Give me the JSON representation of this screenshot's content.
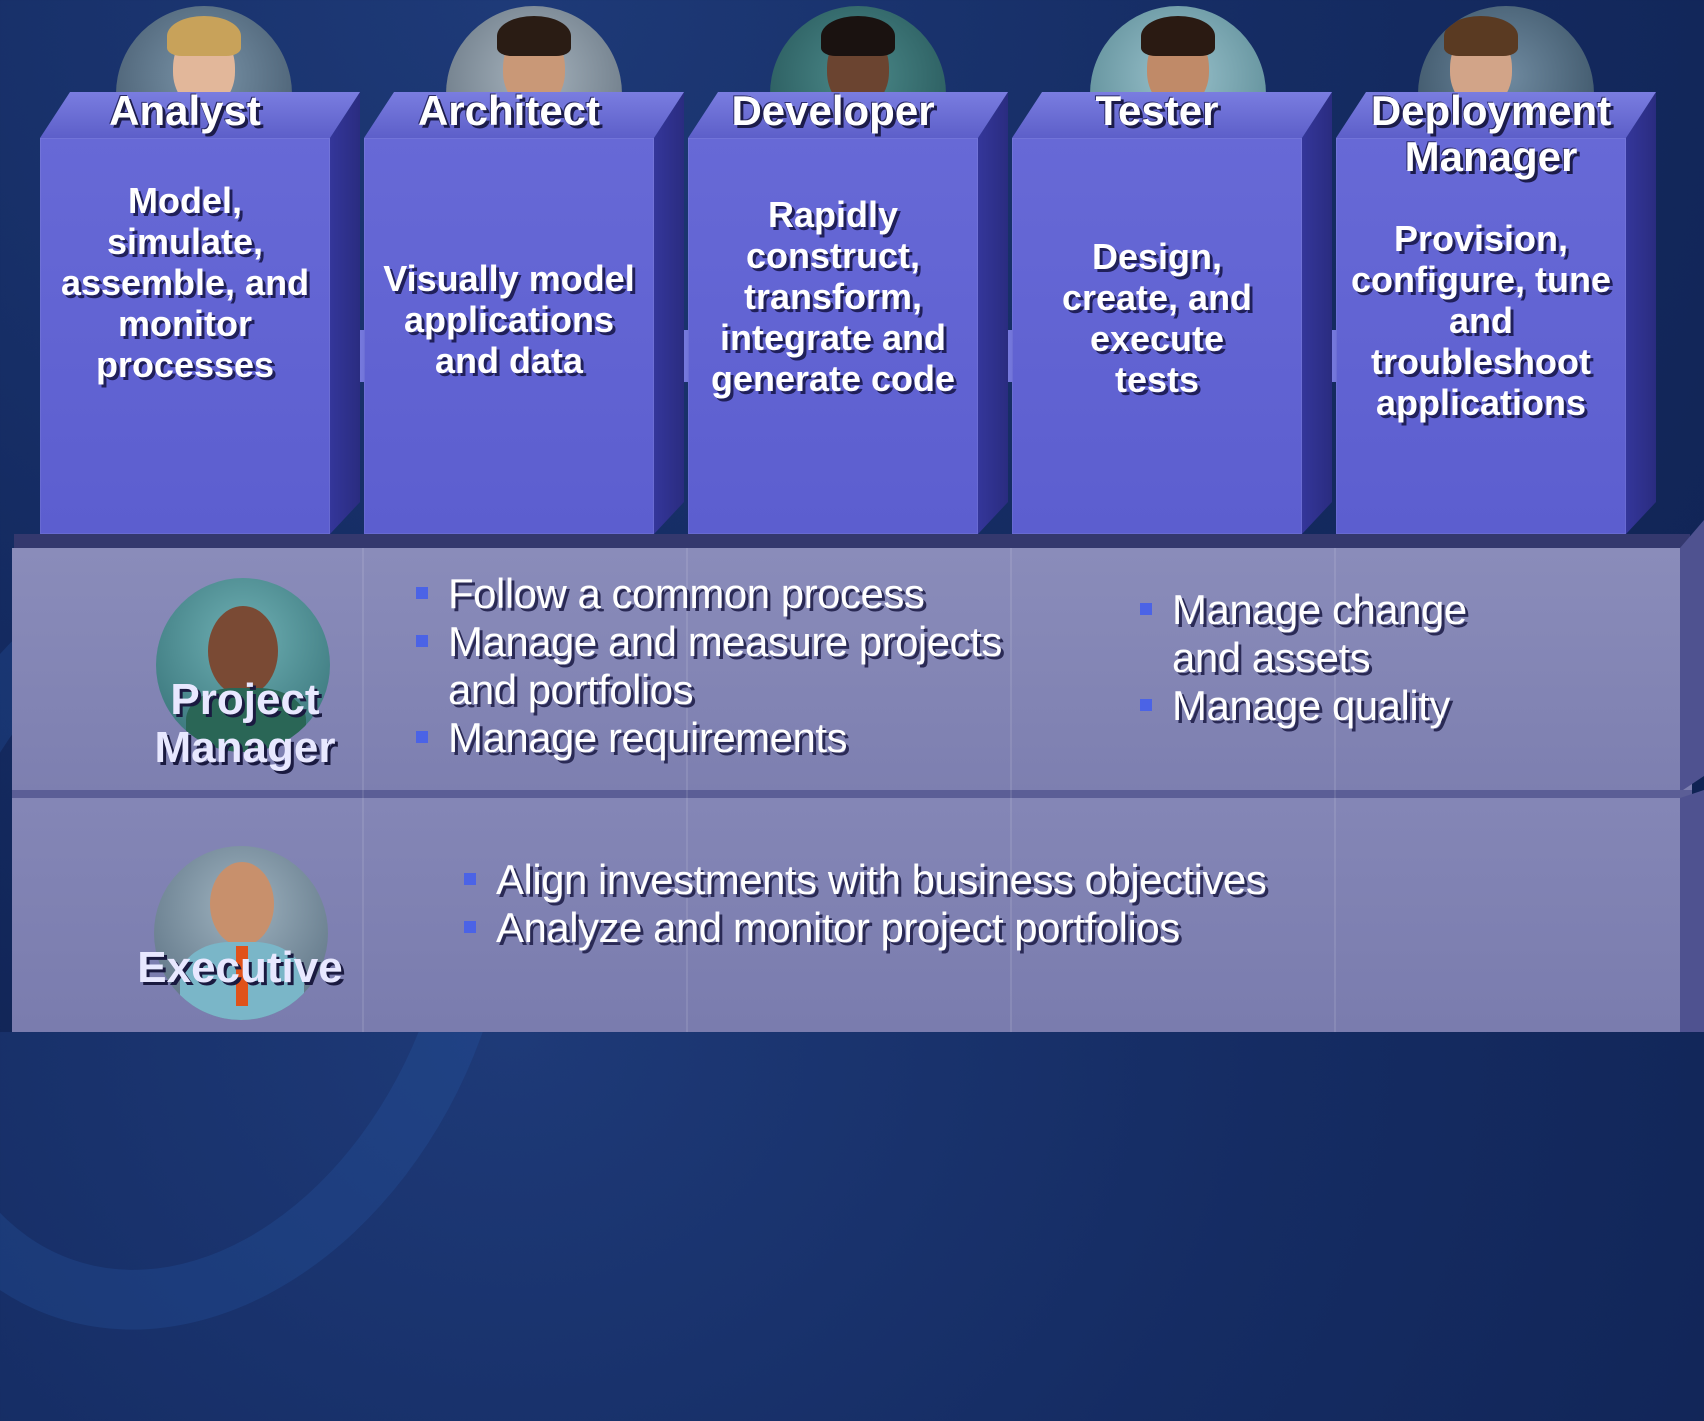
{
  "roles": [
    {
      "title": "Analyst",
      "description": "Model, simulate, assemble, and monitor processes"
    },
    {
      "title": "Architect",
      "description": "Visually model applications and data"
    },
    {
      "title": "Developer",
      "description": "Rapidly construct, transform, integrate and generate code"
    },
    {
      "title": "Tester",
      "description": "Design, create, and execute tests"
    },
    {
      "title": "Deployment Manager",
      "description": "Provision, configure, tune and troubleshoot applications"
    }
  ],
  "project_manager": {
    "title": "Project Manager",
    "bullets_left": [
      "Follow a common process",
      "Manage and measure projects and portfolios",
      "Manage requirements"
    ],
    "bullets_right": [
      "Manage change and assets",
      "Manage quality"
    ]
  },
  "executive": {
    "title": "Executive",
    "bullets": [
      "Align investments with business objectives",
      "Analyze and monitor project portfolios"
    ]
  },
  "colors": {
    "column": "#6163d1",
    "platform": "#8486b6",
    "bullet": "#4b63e6",
    "background": "#152c63"
  }
}
